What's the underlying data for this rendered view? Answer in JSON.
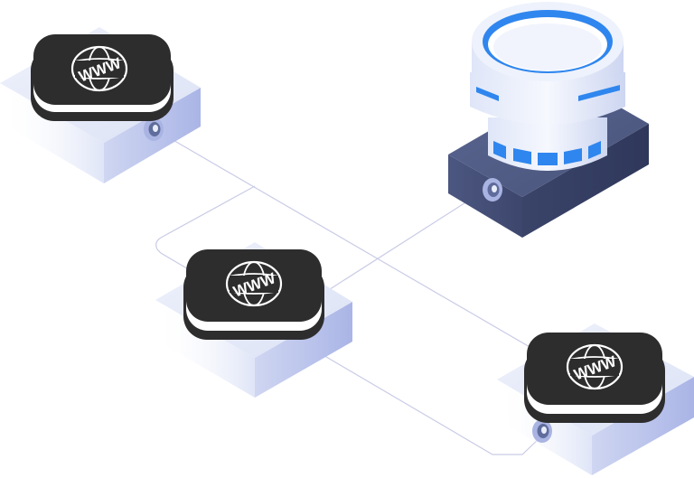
{
  "diagram": {
    "nodes": [
      {
        "id": "web-node-top-left",
        "kind": "www-tile",
        "label": "WWW",
        "icon": "globe-icon",
        "has_port": true
      },
      {
        "id": "web-node-center",
        "kind": "www-tile",
        "label": "WWW",
        "icon": "globe-icon",
        "has_port": false
      },
      {
        "id": "web-node-bottom-right",
        "kind": "www-tile",
        "label": "WWW",
        "icon": "globe-icon",
        "has_port": true
      },
      {
        "id": "database-server",
        "kind": "database",
        "icon": "database-icon",
        "has_port": true
      }
    ],
    "connections": [
      {
        "from": "web-node-top-left",
        "to": "web-node-bottom-right"
      },
      {
        "from": "web-node-center",
        "to": "database-server"
      },
      {
        "from": "web-node-center",
        "to": "web-node-bottom-right"
      },
      {
        "from": "web-node-center",
        "to": "web-node-top-left"
      }
    ],
    "colors": {
      "tile_dark": "#2e2d2e",
      "tile_rim": "#ffffff",
      "base_light": "#e3e8f8",
      "base_side": "#c4ccef",
      "server_base": "#4a557e",
      "db_accent": "#2f86ee",
      "db_body": "#e6ecf9",
      "connector_line": "#c9cbe6"
    }
  }
}
